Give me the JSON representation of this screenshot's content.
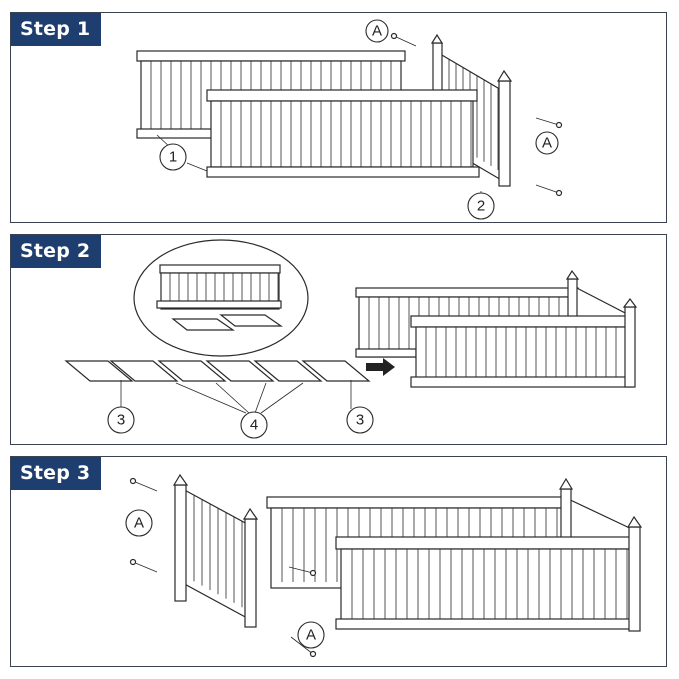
{
  "steps": [
    {
      "label": "Step 1"
    },
    {
      "label": "Step 2"
    },
    {
      "label": "Step 3"
    }
  ],
  "callouts": {
    "step1": [
      "A",
      "A",
      "1",
      "2"
    ],
    "step2": [
      "3",
      "4",
      "3"
    ],
    "step3": [
      "A",
      "A"
    ]
  },
  "colors": {
    "badge": "#1d3e6e",
    "line": "#2a2a2a",
    "border": "#3c4350",
    "arrow": "#222222"
  }
}
